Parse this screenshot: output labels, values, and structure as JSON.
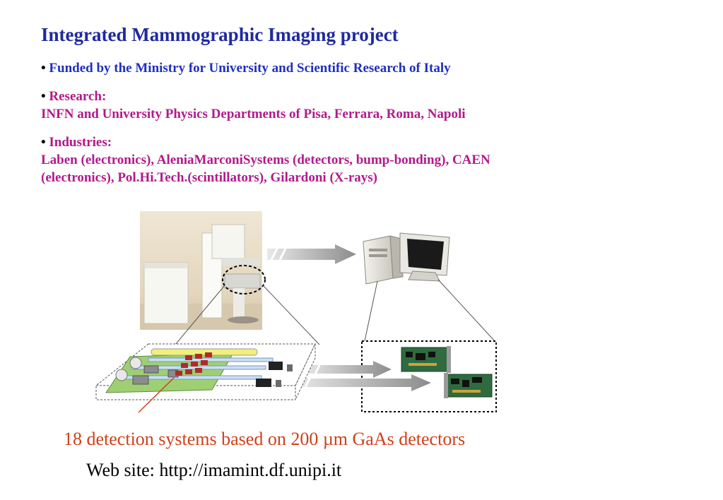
{
  "title": "Integrated Mammographic Imaging project",
  "bullets": {
    "symbol": "•",
    "funded": "Funded by the Ministry for University and Scientific Research of Italy",
    "research_label": "Research:",
    "research_text": "INFN and University Physics Departments of Pisa, Ferrara, Roma, Napoli",
    "industries_label": "Industries:",
    "industries_line1": "Laben (electronics), AleniaMarconiSystems (detectors, bump-bonding), CAEN",
    "industries_line2": "(electronics), Pol.Hi.Tech.(scintillators), Gilardoni (X-rays)"
  },
  "caption": "18 detection systems based on 200 µm GaAs detectors",
  "website": "Web site:  http://imamint.df.unipi.it",
  "colors": {
    "title": "#1f2a9e",
    "funded": "#1f2fc0",
    "research": "#b3198c",
    "caption": "#d0401a"
  }
}
